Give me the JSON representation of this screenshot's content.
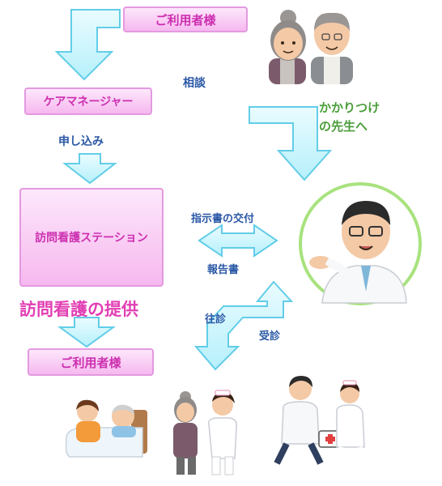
{
  "boxes": {
    "user_top": "ご利用者様",
    "care_manager": "ケアマネージャー",
    "station": "訪問看護ステーション",
    "user_bottom": "ご利用者様"
  },
  "labels": {
    "soudan": "相談",
    "kakaritsuke": "かかりつけ\nの先生へ",
    "moushikomi": "申し込み",
    "shijisho": "指示書の交付",
    "houkokusho": "報告書",
    "oushin": "往診",
    "jushin": "受診",
    "teikyou": "訪問看護の提供"
  },
  "colors": {
    "arrow_fill": "#c8f6fd",
    "arrow_stroke": "#62cde8",
    "box_text": "#cc2fb0",
    "label_blue": "#2a58a6",
    "label_green": "#4a9e3a",
    "doctor_circle": "#a8e27e"
  },
  "icons": {
    "elderly_couple": "elderly-couple-illustration",
    "doctor": "doctor-illustration",
    "patient_bed": "patient-in-bed-illustration",
    "nurse_elderly": "nurse-with-elderly-illustration",
    "home_visit": "doctor-nurse-home-visit-illustration"
  }
}
